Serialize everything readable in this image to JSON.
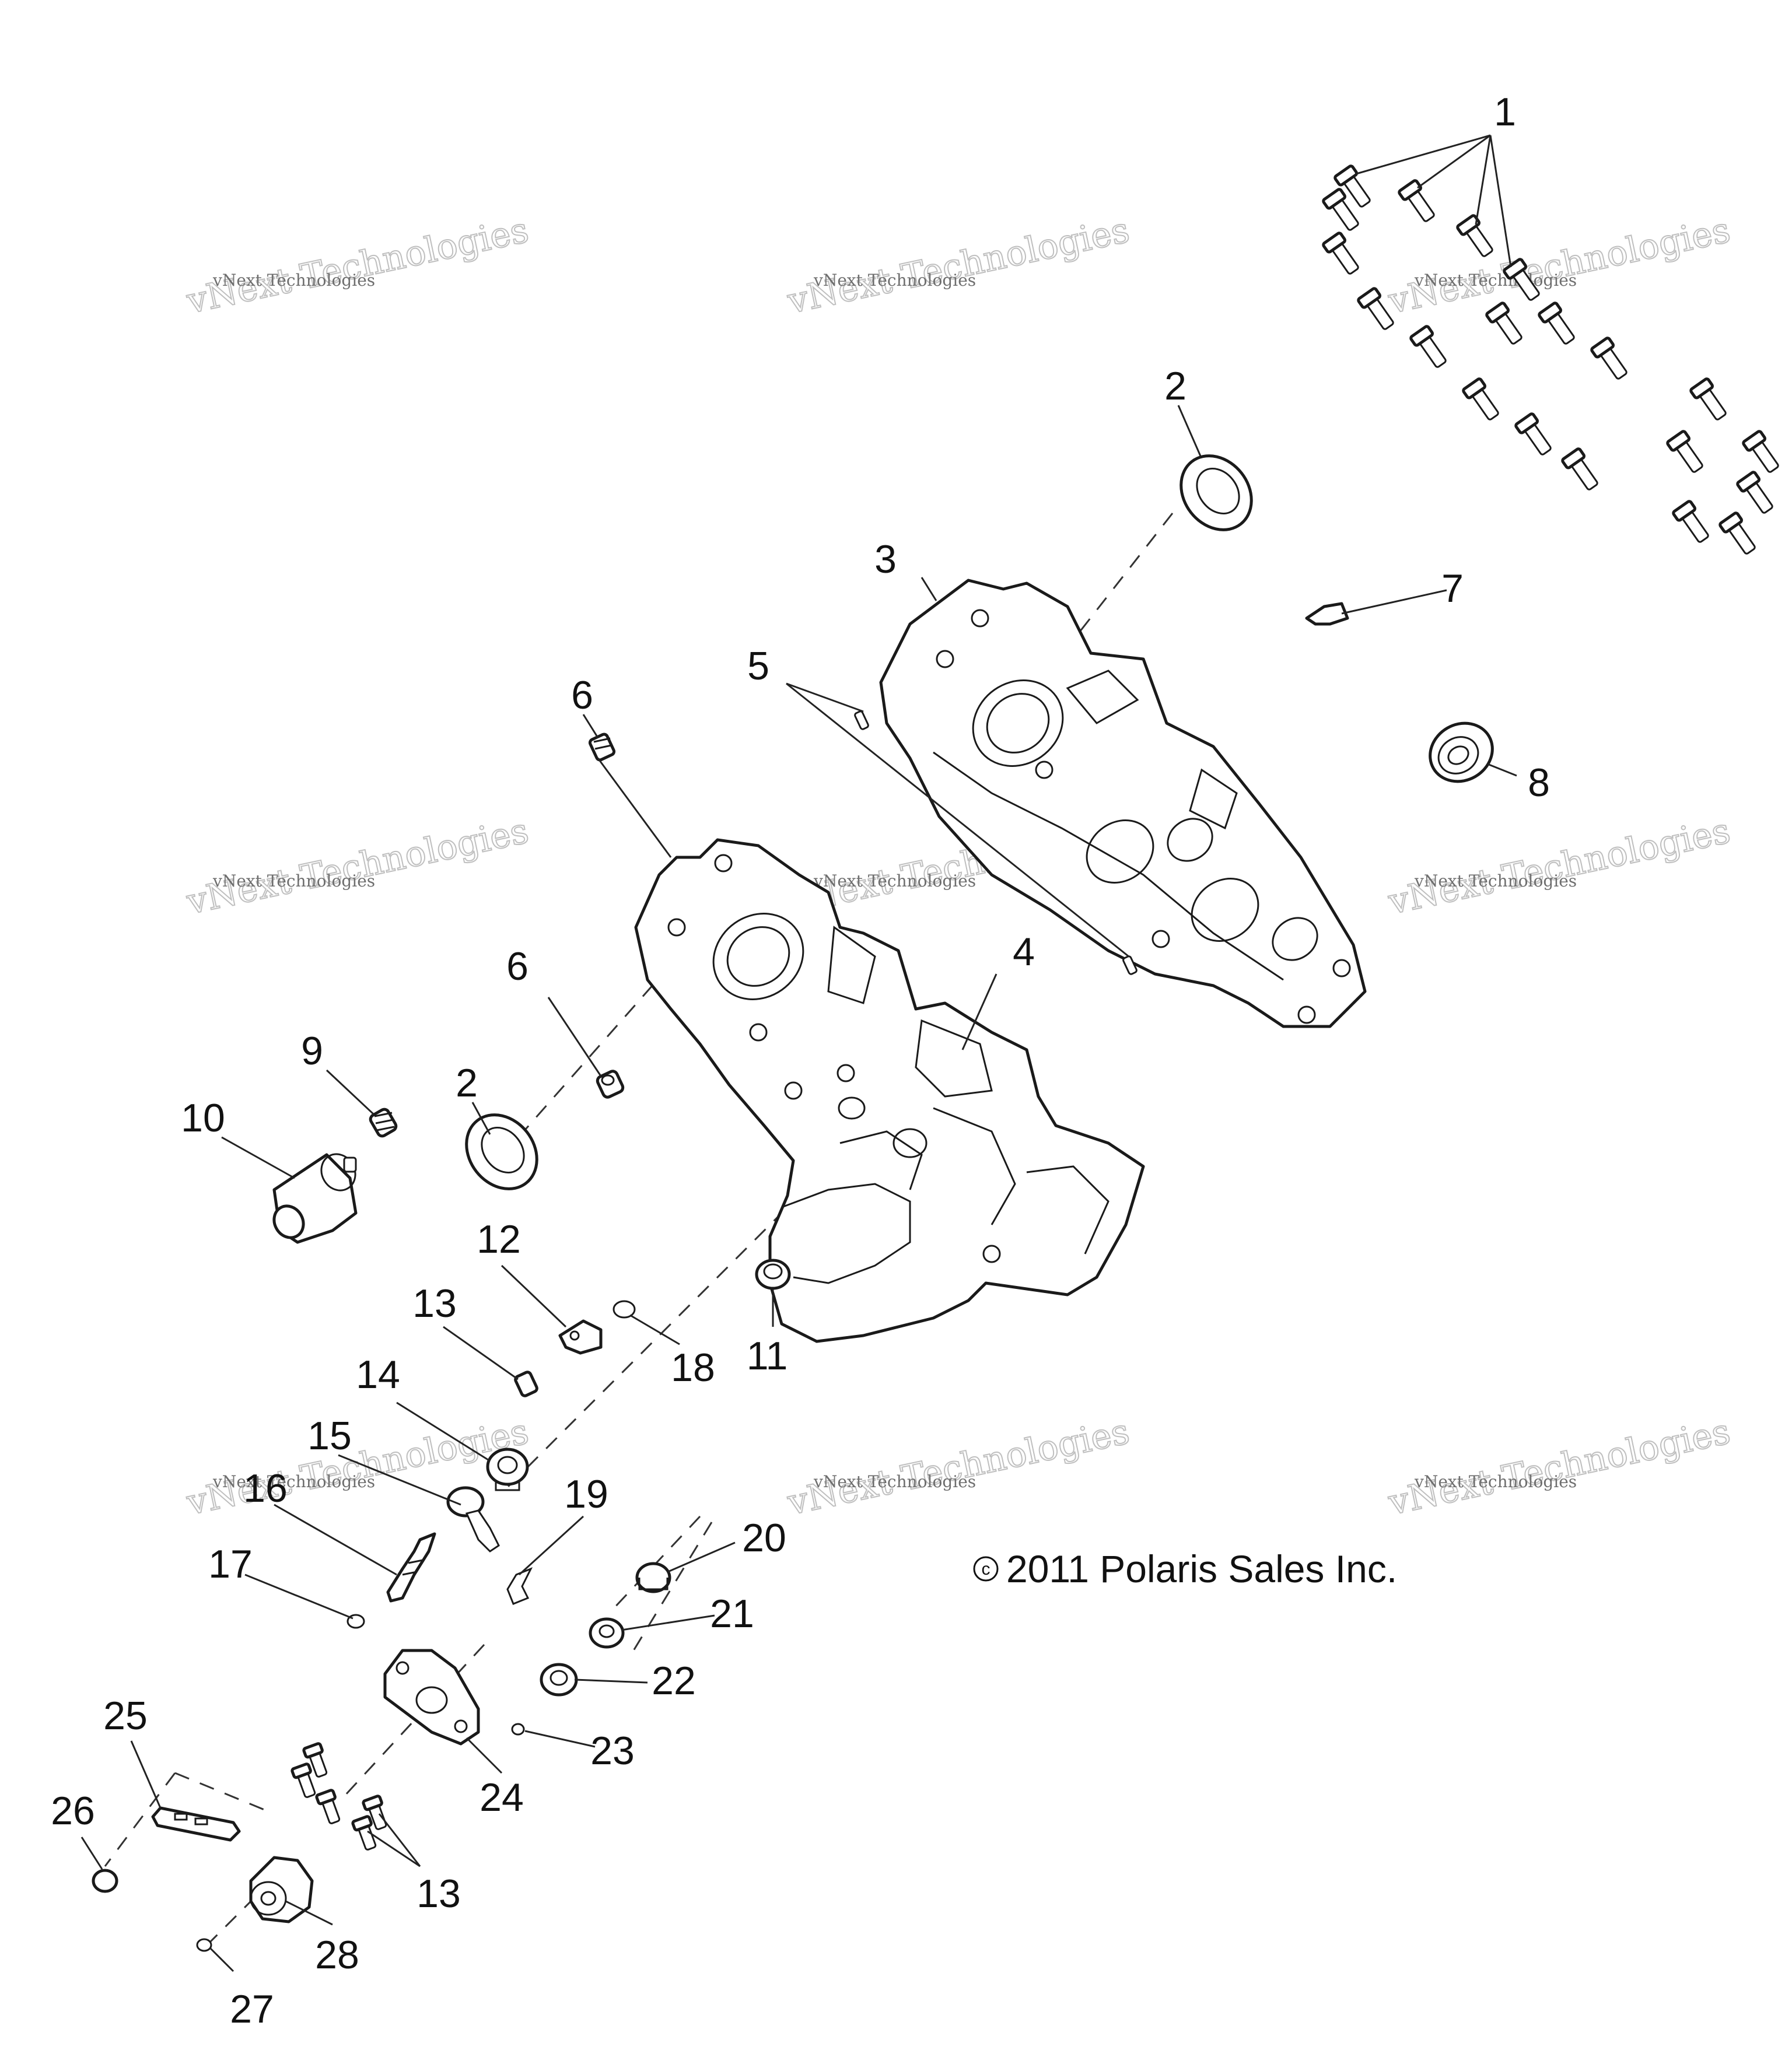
{
  "diagram": {
    "callouts": [
      "1",
      "2",
      "3",
      "2",
      "4",
      "5",
      "6",
      "6",
      "7",
      "8",
      "9",
      "10",
      "11",
      "12",
      "13",
      "18",
      "14",
      "15",
      "16",
      "17",
      "19",
      "20",
      "21",
      "22",
      "23",
      "24",
      "25",
      "26",
      "13",
      "28",
      "27"
    ],
    "copyright": "2011 Polaris Sales Inc.",
    "copyright_symbol": "c",
    "watermark": {
      "line1": "vNext Technologies",
      "line2": "vNext Technologies"
    }
  }
}
